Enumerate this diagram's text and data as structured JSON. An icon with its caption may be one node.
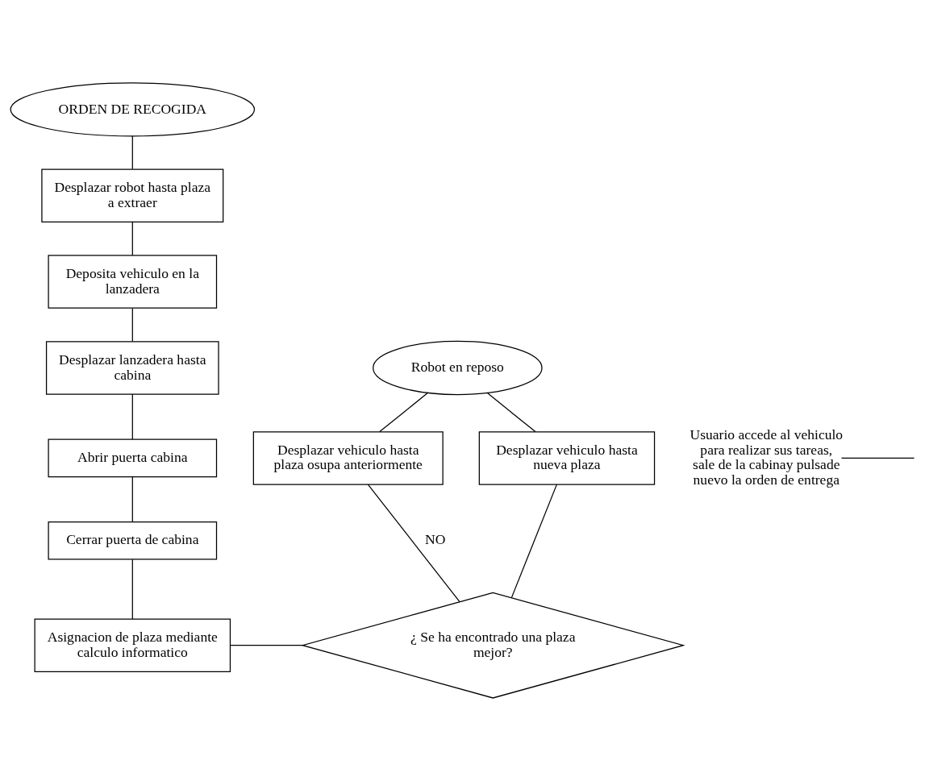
{
  "diagram": {
    "nodes": [
      {
        "text": [
          "ORDEN DE RECOGIDA"
        ]
      },
      {
        "text": [
          "Desplazar robot hasta plaza a extraer"
        ]
      },
      {
        "text": [
          "Deposita vehiculo en la lanzadera"
        ]
      },
      {
        "text": [
          "Desplazar lanzadera hasta cabina"
        ]
      },
      {
        "text": [
          "Robot en reposo"
        ]
      },
      {
        "text": [
          "Abrir puerta cabina"
        ]
      },
      {
        "text": [
          "Usuario accede al vehiculo para realizar sus tareas, sale de la cabinay pulsade nuevo la orden de entrega"
        ]
      },
      {
        "text": [
          "Desplazar vehiculo hasta plaza osupa anteriormente"
        ]
      },
      {
        "text": [
          "Desplazar vehiculo hasta nueva plaza"
        ]
      },
      {
        "text": [
          "Cerrar puerta de cabina"
        ]
      },
      {
        "text": [
          "Asignacion de plaza mediante calculo informatico"
        ]
      },
      {
        "text": [
          "¿ Se ha encontrado una plaza mejor?"
        ]
      }
    ],
    "edges": [
      {
        "from": 0,
        "to": 1,
        "arrow": "none"
      },
      {
        "from": 1,
        "to": 2,
        "arrow": "none"
      },
      {
        "from": 2,
        "to": 3,
        "arrow": "none"
      },
      {
        "from": 3,
        "to": 5,
        "arrow": "none"
      },
      {
        "from": 5,
        "to": 9,
        "arrow": "none"
      },
      {
        "from": 6,
        "to": null,
        "arrow": "none"
      },
      {
        "from": 4,
        "to": 7,
        "arrow": "none"
      },
      {
        "from": 4,
        "to": 8,
        "arrow": "none"
      },
      {
        "from": 9,
        "to": 10,
        "arrow": "none"
      },
      {
        "from": 10,
        "to": 11,
        "arrow": "none"
      },
      {
        "from": 11,
        "to": 7,
        "label": "NO",
        "arrow": "none"
      },
      {
        "from": 11,
        "to": 8,
        "arrow": "none"
      }
    ]
  }
}
